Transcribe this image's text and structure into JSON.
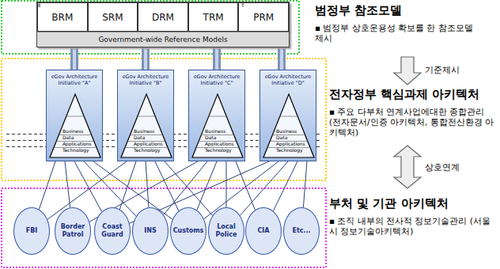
{
  "diagram": {
    "nodes": [
      {
        "text": [
          "Government-wide Reference Models"
        ]
      },
      {
        "text": [
          "BRM"
        ],
        "in": 0
      },
      {
        "text": [
          "SRM"
        ],
        "in": 0
      },
      {
        "text": [
          "DRM"
        ],
        "in": 0
      },
      {
        "text": [
          "TRM"
        ],
        "in": 0
      },
      {
        "text": [
          "PRM"
        ],
        "in": 0
      },
      {
        "text": [
          "eGov Architecture Initiative \"A\"",
          "Business Data Applications Technology"
        ]
      },
      {
        "text": [
          "eGov Architecture Initiative \"B\"",
          "Business Data Applications Technology"
        ]
      },
      {
        "text": [
          "eGov Architecture Initiative \"C\"",
          "Business Data Applications Technology"
        ]
      },
      {
        "text": [
          "eGov Architecture Initiative \"D\"",
          "Business Data Applications Technology"
        ]
      },
      {
        "text": [
          "FBI"
        ]
      },
      {
        "text": [
          "Border Patrol"
        ]
      },
      {
        "text": [
          "Coast Guard"
        ]
      },
      {
        "text": [
          "INS"
        ]
      },
      {
        "text": [
          "Customs"
        ]
      },
      {
        "text": [
          "Local Police"
        ]
      },
      {
        "text": [
          "CIA"
        ]
      },
      {
        "text": [
          "Etc..."
        ]
      }
    ],
    "edges": [
      {
        "from": 0,
        "to": 6,
        "arrow": "none"
      },
      {
        "from": 0,
        "to": 7,
        "arrow": "none"
      },
      {
        "from": 0,
        "to": 8,
        "arrow": "none"
      },
      {
        "from": 0,
        "to": 9,
        "arrow": "none"
      },
      {
        "from": 6,
        "to": 10,
        "arrow": "none"
      },
      {
        "from": 6,
        "to": 11,
        "arrow": "none"
      },
      {
        "from": 6,
        "to": 12,
        "arrow": "none"
      },
      {
        "from": 6,
        "to": 13,
        "arrow": "none"
      },
      {
        "from": 6,
        "to": 14,
        "arrow": "none"
      },
      {
        "from": 7,
        "to": 10,
        "arrow": "none"
      },
      {
        "from": 7,
        "to": 12,
        "arrow": "none"
      },
      {
        "from": 7,
        "to": 13,
        "arrow": "none"
      },
      {
        "from": 7,
        "to": 14,
        "arrow": "none"
      },
      {
        "from": 7,
        "to": 15,
        "arrow": "none"
      },
      {
        "from": 8,
        "to": 11,
        "arrow": "none"
      },
      {
        "from": 8,
        "to": 13,
        "arrow": "none"
      },
      {
        "from": 8,
        "to": 14,
        "arrow": "none"
      },
      {
        "from": 8,
        "to": 15,
        "arrow": "none"
      },
      {
        "from": 8,
        "to": 16,
        "arrow": "none"
      },
      {
        "from": 9,
        "to": 12,
        "arrow": "none"
      },
      {
        "from": 9,
        "to": 14,
        "arrow": "none"
      },
      {
        "from": 9,
        "to": 15,
        "arrow": "none"
      },
      {
        "from": 9,
        "to": 16,
        "arrow": "none"
      },
      {
        "from": 9,
        "to": 17,
        "arrow": "none"
      }
    ],
    "labels": [
      "E",
      "T",
      "범정부 참조모델",
      "▪ 범정부 상호운용성 확보를 한 참조모델 제시",
      "기준제시",
      "전자정부 핵심과제 아키텍처",
      "▪ 주요 다부처 연계사업에대한 종합관리 (전자문서/인증 아키텍처, 통합전산환경 아키텍처)",
      "상호연계",
      "부처 및 기관 아키텍처",
      "▪ 조직 내부의 전사적 정보기술관리 (서울시 정보기술아키텍처)"
    ]
  }
}
